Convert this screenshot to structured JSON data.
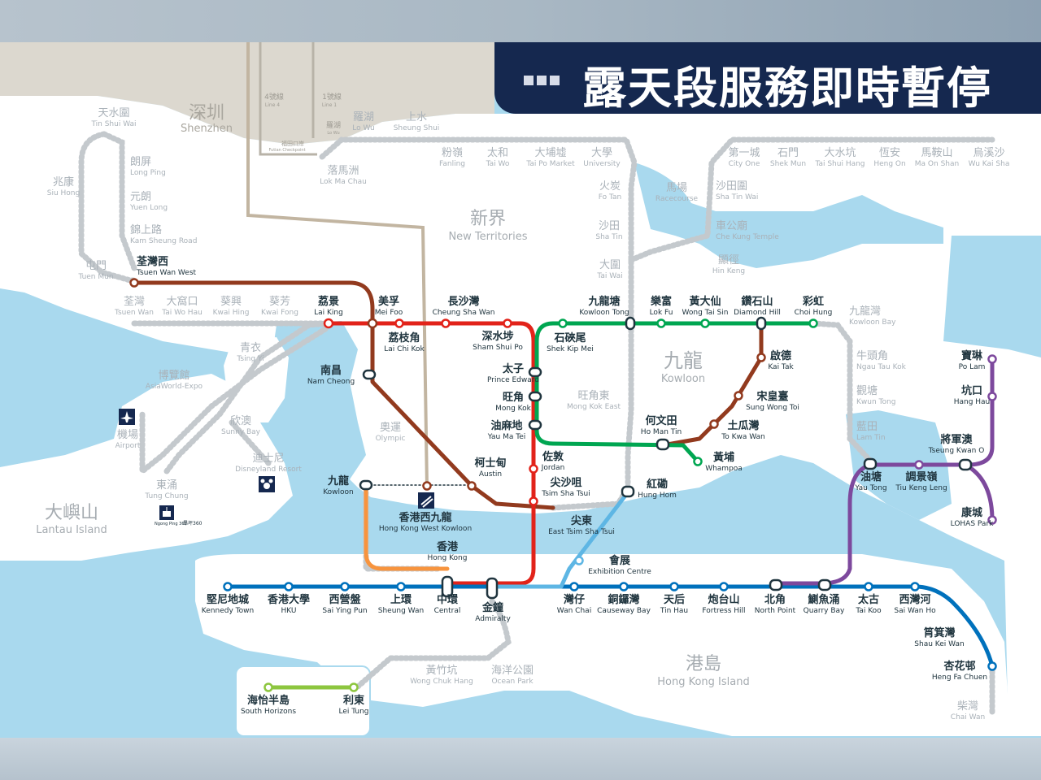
{
  "banner": {
    "title": "露天段服務即時暫停"
  },
  "colors": {
    "water": "#a9d9ee",
    "land": "#ffffff",
    "shenzhen": "#dcd8cf",
    "tsuen_wan_line": "#e2231a",
    "tuen_ma_line": "#923a1e",
    "kwun_tong_line": "#00a651",
    "island_line": "#0071bc",
    "tseung_kwan_o_line": "#7d499d",
    "tung_chung_line": "#f7943e",
    "south_island_line": "#8dc63f",
    "east_rail_line": "#5eb6e4",
    "airport_express": "#00888a",
    "suspended": "#c4c9cd",
    "banner": "#15284f"
  },
  "regions": [
    {
      "key": "shenzhen",
      "zh": "深圳",
      "en": "Shenzhen"
    },
    {
      "key": "nt",
      "zh": "新界",
      "en": "New Territories"
    },
    {
      "key": "kowloon",
      "zh": "九龍",
      "en": "Kowloon"
    },
    {
      "key": "hki",
      "zh": "港島",
      "en": "Hong Kong Island"
    },
    {
      "key": "lantau",
      "zh": "大嶼山",
      "en": "Lantau Island"
    }
  ],
  "border_labels": [
    {
      "key": "l4",
      "zh": "4號線",
      "en": "Line 4"
    },
    {
      "key": "l1",
      "zh": "1號線",
      "en": "Line 1"
    },
    {
      "key": "ftcp",
      "zh": "福田口岸",
      "en": "Futian Checkpoint"
    },
    {
      "key": "lw",
      "zh": "羅湖",
      "en": "Lo Wu"
    },
    {
      "key": "ngp",
      "zh": "昂坪360",
      "en": "Ngong Ping 360"
    }
  ],
  "stations": [
    {
      "key": "tsw",
      "zh": "天水圍",
      "en": "Tin Shui Wai"
    },
    {
      "key": "lp",
      "zh": "朗屏",
      "en": "Long Ping"
    },
    {
      "key": "yl",
      "zh": "元朗",
      "en": "Yuen Long"
    },
    {
      "key": "ksr",
      "zh": "錦上路",
      "en": "Kam Sheung Road"
    },
    {
      "key": "sh",
      "zh": "兆康",
      "en": "Siu Hong"
    },
    {
      "key": "tm",
      "zh": "屯門",
      "en": "Tuen Mun"
    },
    {
      "key": "tww",
      "zh": "荃灣西",
      "en": "Tsuen Wan West"
    },
    {
      "key": "tw",
      "zh": "荃灣",
      "en": "Tsuen Wan"
    },
    {
      "key": "twh",
      "zh": "大窩口",
      "en": "Tai Wo Hau"
    },
    {
      "key": "kwh",
      "zh": "葵興",
      "en": "Kwai Hing"
    },
    {
      "key": "kwf",
      "zh": "葵芳",
      "en": "Kwai Fong"
    },
    {
      "key": "lak",
      "zh": "荔景",
      "en": "Lai King"
    },
    {
      "key": "mef",
      "zh": "美孚",
      "en": "Mei Foo"
    },
    {
      "key": "csw",
      "zh": "長沙灣",
      "en": "Cheung Sha Wan"
    },
    {
      "key": "lck",
      "zh": "荔枝角",
      "en": "Lai Chi Kok"
    },
    {
      "key": "ssp",
      "zh": "深水埗",
      "en": "Sham Shui Po"
    },
    {
      "key": "pe",
      "zh": "太子",
      "en": "Prince Edward"
    },
    {
      "key": "mk",
      "zh": "旺角",
      "en": "Mong Kok"
    },
    {
      "key": "ymt",
      "zh": "油麻地",
      "en": "Yau Ma Tei"
    },
    {
      "key": "jor",
      "zh": "佐敦",
      "en": "Jordan"
    },
    {
      "key": "tst",
      "zh": "尖沙咀",
      "en": "Tsim Sha Tsui"
    },
    {
      "key": "ets",
      "zh": "尖東",
      "en": "East Tsim Sha Tsui"
    },
    {
      "key": "aus",
      "zh": "柯士甸",
      "en": "Austin"
    },
    {
      "key": "nac",
      "zh": "南昌",
      "en": "Nam Cheong"
    },
    {
      "key": "oly",
      "zh": "奧運",
      "en": "Olympic"
    },
    {
      "key": "kow",
      "zh": "九龍",
      "en": "Kowloon"
    },
    {
      "key": "hkwk",
      "zh": "香港西九龍",
      "en": "Hong Kong West Kowloon"
    },
    {
      "key": "hok",
      "zh": "香港",
      "en": "Hong Kong"
    },
    {
      "key": "ty",
      "zh": "青衣",
      "en": "Tsing Yi"
    },
    {
      "key": "awe",
      "zh": "博覽館",
      "en": "AsiaWorld-Expo"
    },
    {
      "key": "air",
      "zh": "機場",
      "en": "Airport"
    },
    {
      "key": "sun",
      "zh": "欣澳",
      "en": "Sunny Bay"
    },
    {
      "key": "dis",
      "zh": "迪士尼",
      "en": "Disneyland Resort"
    },
    {
      "key": "tuc",
      "zh": "東涌",
      "en": "Tung Chung"
    },
    {
      "key": "skm",
      "zh": "石硤尾",
      "en": "Shek Kip Mei"
    },
    {
      "key": "kot",
      "zh": "九龍塘",
      "en": "Kowloon Tong"
    },
    {
      "key": "lof",
      "zh": "樂富",
      "en": "Lok Fu"
    },
    {
      "key": "wts",
      "zh": "黃大仙",
      "en": "Wong Tai Sin"
    },
    {
      "key": "dih",
      "zh": "鑽石山",
      "en": "Diamond Hill"
    },
    {
      "key": "chh",
      "zh": "彩虹",
      "en": "Choi Hung"
    },
    {
      "key": "kob",
      "zh": "九龍灣",
      "en": "Kowloon Bay"
    },
    {
      "key": "ntk",
      "zh": "牛頭角",
      "en": "Ngau Tau Kok"
    },
    {
      "key": "kwt",
      "zh": "觀塘",
      "en": "Kwun Tong"
    },
    {
      "key": "lat",
      "zh": "藍田",
      "en": "Lam Tin"
    },
    {
      "key": "ytg",
      "zh": "油塘",
      "en": "Yau Tong"
    },
    {
      "key": "tkl",
      "zh": "調景嶺",
      "en": "Tiu Keng Leng"
    },
    {
      "key": "tko",
      "zh": "將軍澳",
      "en": "Tseung Kwan O"
    },
    {
      "key": "pol",
      "zh": "寶琳",
      "en": "Po Lam"
    },
    {
      "key": "hah",
      "zh": "坑口",
      "en": "Hang Hau"
    },
    {
      "key": "lhp",
      "zh": "康城",
      "en": "LOHAS Park"
    },
    {
      "key": "mke",
      "zh": "旺角東",
      "en": "Mong Kok East"
    },
    {
      "key": "kat",
      "zh": "啟德",
      "en": "Kai Tak"
    },
    {
      "key": "swh",
      "zh": "宋皇臺",
      "en": "Sung Wong Toi"
    },
    {
      "key": "tkw",
      "zh": "土瓜灣",
      "en": "To Kwa Wan"
    },
    {
      "key": "hom",
      "zh": "何文田",
      "en": "Ho Man Tin"
    },
    {
      "key": "wha",
      "zh": "黃埔",
      "en": "Whampoa"
    },
    {
      "key": "huh",
      "zh": "紅磡",
      "en": "Hung Hom"
    },
    {
      "key": "exc",
      "zh": "會展",
      "en": "Exhibition Centre"
    },
    {
      "key": "ket",
      "zh": "堅尼地城",
      "en": "Kennedy Town"
    },
    {
      "key": "hku",
      "zh": "香港大學",
      "en": "HKU"
    },
    {
      "key": "syp",
      "zh": "西營盤",
      "en": "Sai Ying Pun"
    },
    {
      "key": "shw",
      "zh": "上環",
      "en": "Sheung Wan"
    },
    {
      "key": "cen",
      "zh": "中環",
      "en": "Central"
    },
    {
      "key": "adm",
      "zh": "金鐘",
      "en": "Admiralty"
    },
    {
      "key": "wac",
      "zh": "灣仔",
      "en": "Wan Chai"
    },
    {
      "key": "cab",
      "zh": "銅鑼灣",
      "en": "Causeway Bay"
    },
    {
      "key": "tih",
      "zh": "天后",
      "en": "Tin Hau"
    },
    {
      "key": "foh",
      "zh": "炮台山",
      "en": "Fortress Hill"
    },
    {
      "key": "nop",
      "zh": "北角",
      "en": "North Point"
    },
    {
      "key": "qub",
      "zh": "鰂魚涌",
      "en": "Quarry Bay"
    },
    {
      "key": "tak",
      "zh": "太古",
      "en": "Tai Koo"
    },
    {
      "key": "swhh",
      "zh": "西灣河",
      "en": "Sai Wan Ho"
    },
    {
      "key": "skw",
      "zh": "筲箕灣",
      "en": "Shau Kei Wan"
    },
    {
      "key": "hfc",
      "zh": "杏花邨",
      "en": "Heng Fa Chuen"
    },
    {
      "key": "chw",
      "zh": "柴灣",
      "en": "Chai Wan"
    },
    {
      "key": "wch",
      "zh": "黃竹坑",
      "en": "Wong Chuk Hang"
    },
    {
      "key": "ocp",
      "zh": "海洋公園",
      "en": "Ocean Park"
    },
    {
      "key": "soh",
      "zh": "海怡半島",
      "en": "South Horizons"
    },
    {
      "key": "let",
      "zh": "利東",
      "en": "Lei Tung"
    },
    {
      "key": "low",
      "zh": "羅湖",
      "en": "Lo Wu"
    },
    {
      "key": "ssh",
      "zh": "上水",
      "en": "Sheung Shui"
    },
    {
      "key": "lmc",
      "zh": "落馬洲",
      "en": "Lok Ma Chau"
    },
    {
      "key": "fan",
      "zh": "粉嶺",
      "en": "Fanling"
    },
    {
      "key": "twoo",
      "zh": "太和",
      "en": "Tai Wo"
    },
    {
      "key": "tpm",
      "zh": "大埔墟",
      "en": "Tai Po Market"
    },
    {
      "key": "uni",
      "zh": "大學",
      "en": "University"
    },
    {
      "key": "fot",
      "zh": "火炭",
      "en": "Fo Tan"
    },
    {
      "key": "rac",
      "zh": "馬場",
      "en": "Racecourse"
    },
    {
      "key": "sht",
      "zh": "沙田",
      "en": "Sha Tin"
    },
    {
      "key": "tawai",
      "zh": "大圍",
      "en": "Tai Wai"
    },
    {
      "key": "cio",
      "zh": "第一城",
      "en": "City One"
    },
    {
      "key": "shm",
      "zh": "石門",
      "en": "Shek Mun"
    },
    {
      "key": "tsh",
      "zh": "大水坑",
      "en": "Tai Shui Hang"
    },
    {
      "key": "heo",
      "zh": "恆安",
      "en": "Heng On"
    },
    {
      "key": "mos",
      "zh": "馬鞍山",
      "en": "Ma On Shan"
    },
    {
      "key": "wks",
      "zh": "烏溪沙",
      "en": "Wu Kai Sha"
    },
    {
      "key": "stw",
      "zh": "沙田圍",
      "en": "Sha Tin Wai"
    },
    {
      "key": "ckt",
      "zh": "車公廟",
      "en": "Che Kung Temple"
    },
    {
      "key": "hik",
      "zh": "顯徑",
      "en": "Hin Keng"
    }
  ]
}
